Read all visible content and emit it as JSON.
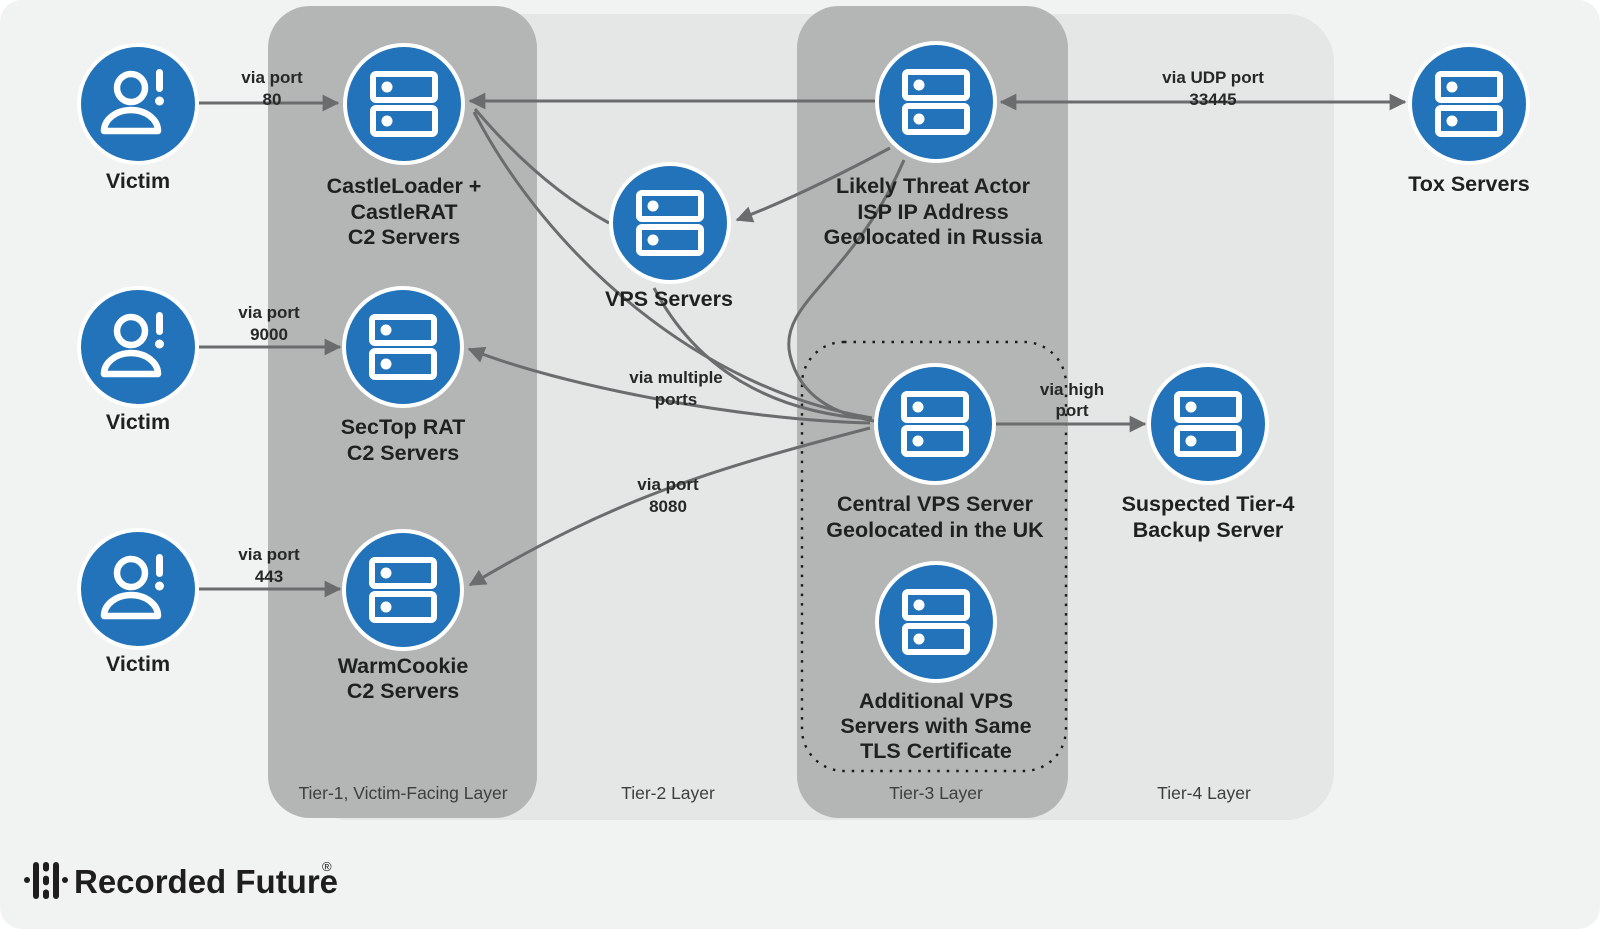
{
  "nodes": {
    "victim_top": {
      "label": "Victim"
    },
    "victim_mid": {
      "label": "Victim"
    },
    "victim_bottom": {
      "label": "Victim"
    },
    "castleloader": {
      "line1": "CastleLoader +",
      "line2": "CastleRAT",
      "line3": "C2 Servers"
    },
    "sectop": {
      "line1": "SecTop RAT",
      "line2": "C2 Servers"
    },
    "warmcookie": {
      "line1": "WarmCookie",
      "line2": "C2 Servers"
    },
    "vps": {
      "line1": "VPS Servers"
    },
    "threat_actor": {
      "line1": "Likely Threat Actor",
      "line2": "ISP IP Address",
      "line3": "Geolocated in Russia"
    },
    "tox": {
      "line1": "Tox Servers"
    },
    "central_vps": {
      "line1": "Central VPS Server",
      "line2": "Geolocated in the UK"
    },
    "backup": {
      "line1": "Suspected Tier-4",
      "line2": "Backup Server"
    },
    "additional_vps": {
      "line1": "Additional VPS",
      "line2": "Servers with Same",
      "line3": "TLS Certificate"
    }
  },
  "edge_labels": {
    "port80": {
      "line1": "via port",
      "line2": "80"
    },
    "port9000": {
      "line1": "via port",
      "line2": "9000"
    },
    "port443": {
      "line1": "via port",
      "line2": "443"
    },
    "udp33445": {
      "line1": "via UDP port",
      "line2": "33445"
    },
    "multiple": {
      "line1": "via multiple",
      "line2": "ports"
    },
    "port8080": {
      "line1": "via port",
      "line2": "8080"
    },
    "highport": {
      "line1": "via high",
      "line2": "port"
    }
  },
  "tiers": {
    "tier1": "Tier-1, Victim-Facing Layer",
    "tier2": "Tier-2 Layer",
    "tier3": "Tier-3 Layer",
    "tier4": "Tier-4 Layer"
  },
  "logo": {
    "name": "Recorded Future",
    "reg": "®"
  },
  "colors": {
    "node_blue": "#2273b9",
    "arrow_gray": "#6b6c6d",
    "tier_dark": "#b4b5b5",
    "tier_light": "#e5e6e6",
    "canvas_bg": "#f1f2f2",
    "text_dark": "#1f2121"
  }
}
